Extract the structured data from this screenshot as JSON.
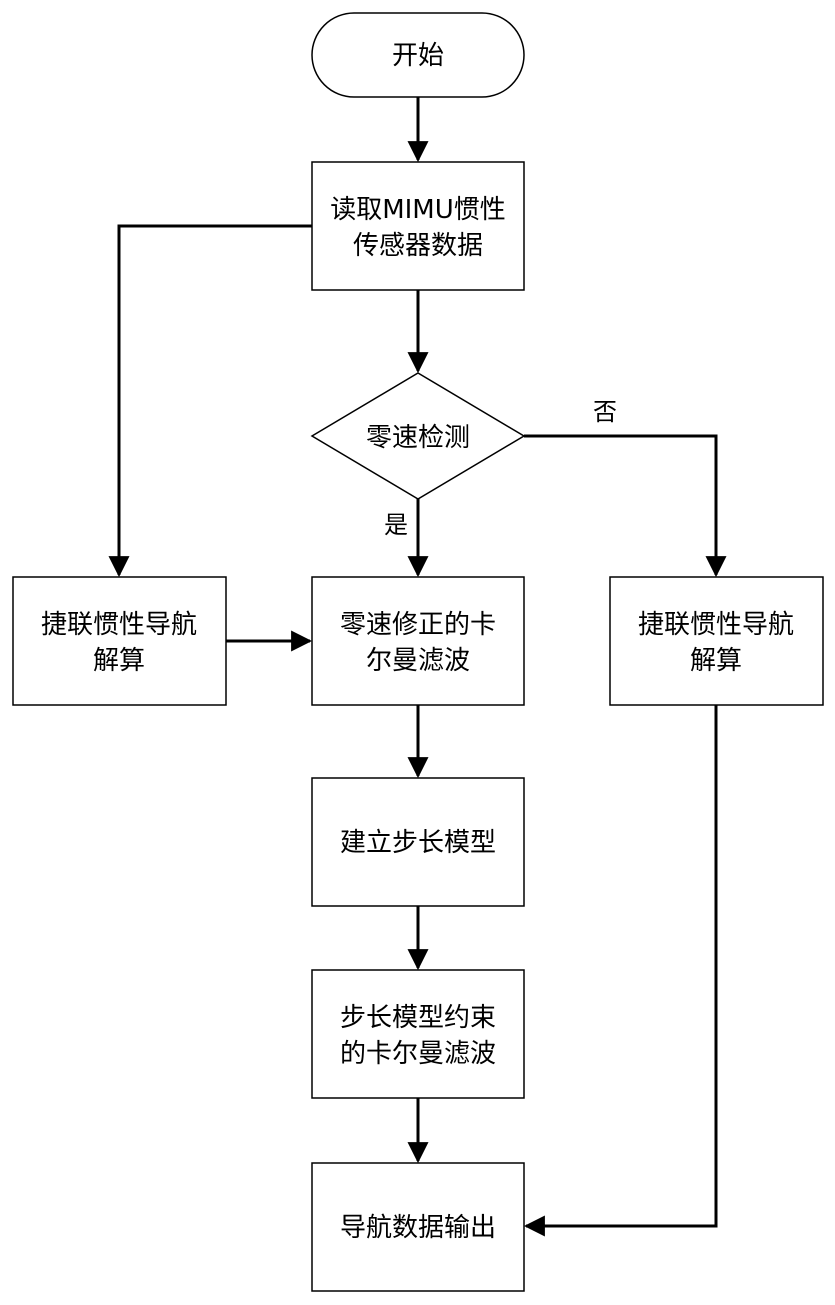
{
  "nodes": {
    "start": {
      "label": "开始"
    },
    "read": {
      "line1": "读取MIMU惯性",
      "line2": "传感器数据"
    },
    "zv_detect": {
      "label": "零速检测"
    },
    "sins_left": {
      "line1": "捷联惯性导航",
      "line2": "解算"
    },
    "zupt_kf": {
      "line1": "零速修正的卡",
      "line2": "尔曼滤波"
    },
    "sins_right": {
      "line1": "捷联惯性导航",
      "line2": "解算"
    },
    "step_model": {
      "label": "建立步长模型"
    },
    "step_kf": {
      "line1": "步长模型约束",
      "line2": "的卡尔曼滤波"
    },
    "output": {
      "label": "导航数据输出"
    }
  },
  "edge_labels": {
    "yes": "是",
    "no": "否"
  },
  "colors": {
    "stroke": "#000000",
    "fill": "#ffffff"
  }
}
